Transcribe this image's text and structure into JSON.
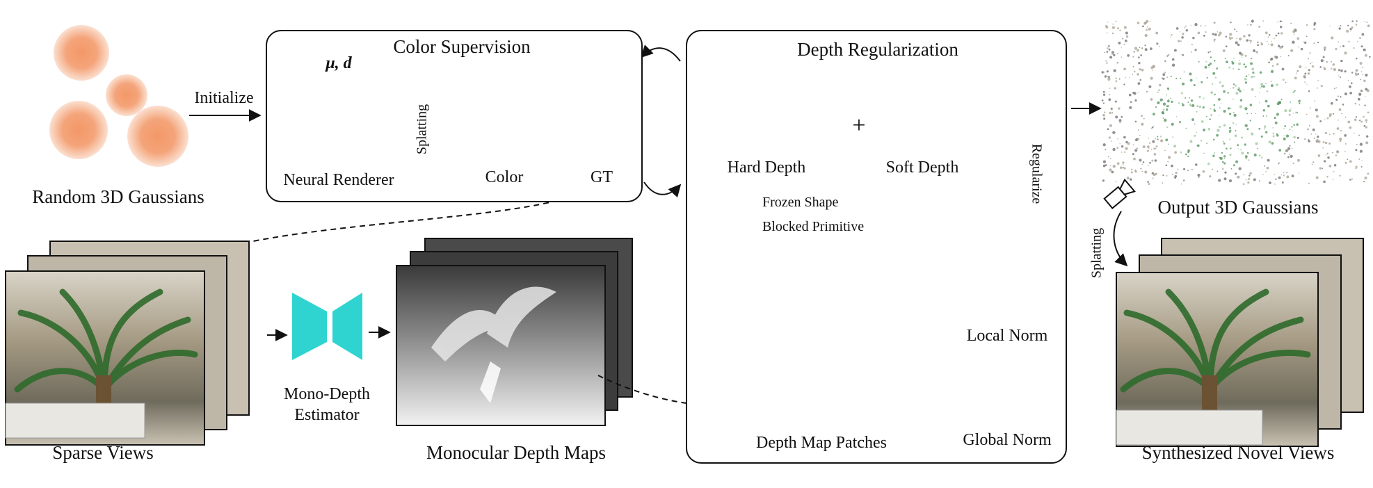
{
  "colors": {
    "gaussian": "#f4a47a",
    "color_render": "#a8d080",
    "gt_render": "#8fc79a",
    "splat_box": "#d5dde8",
    "estimator": "#2fd4d0",
    "hard_depth": "#c8561a",
    "soft_depth": "#f0a682",
    "blocked": "#c8c8c8"
  },
  "icons": [
    "gaussian-blob-icon",
    "cube-grid-icon",
    "camera-icon",
    "hourglass-estimator-icon"
  ],
  "labels": {
    "random_gaussians": "Random 3D Gaussians",
    "initialize": "Initialize",
    "color_supervision": "Color Supervision",
    "mu_d": "μ, d",
    "neural_renderer": "Neural Renderer",
    "splatting_box": "Splatting",
    "color": "Color",
    "gt": "GT",
    "depth_regularization": "Depth Regularization",
    "hard_depth": "Hard Depth",
    "soft_depth": "Soft Depth",
    "plus": "+",
    "frozen_shape": "Frozen Shape",
    "blocked_primitive": "Blocked Primitive",
    "regularize": "Regularize",
    "local_norm": "Local Norm",
    "global_norm": "Global Norm",
    "depth_map_patches": "Depth Map Patches",
    "output_gaussians": "Output 3D Gaussians",
    "splatting_side": "Splatting",
    "sparse_views": "Sparse Views",
    "mono_depth_1": "Mono-Depth",
    "mono_depth_2": "Estimator",
    "monocular_depth_maps": "Monocular Depth Maps",
    "synthesized_views": "Synthesized Novel Views"
  }
}
